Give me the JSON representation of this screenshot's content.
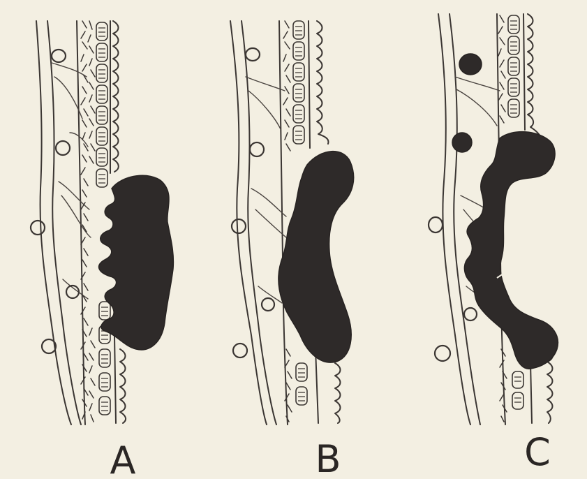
{
  "panels": [
    {
      "id": "a",
      "label": "A"
    },
    {
      "id": "b",
      "label": "B"
    },
    {
      "id": "c",
      "label": "C"
    }
  ],
  "colors": {
    "paper": "#f3efe2",
    "ink": "#3b3633",
    "blob": "#2e2a29"
  }
}
